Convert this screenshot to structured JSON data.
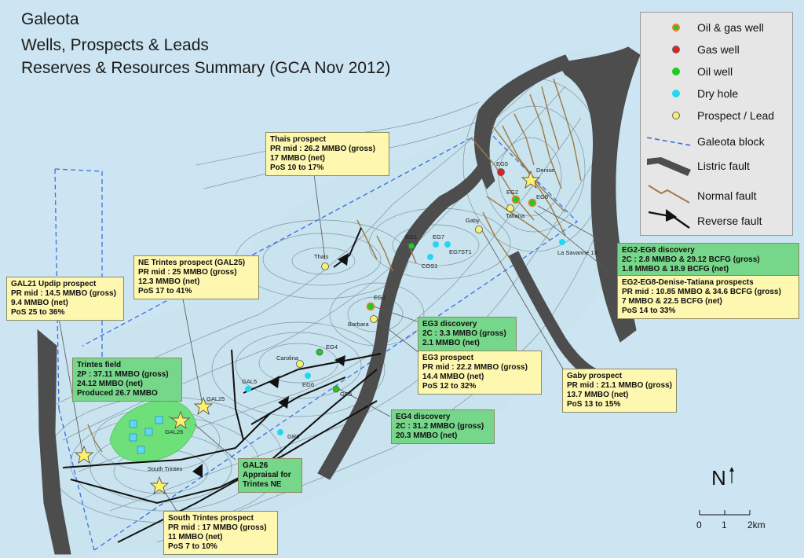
{
  "title": {
    "line1": "Galeota",
    "line2": "Wells, Prospects & Leads",
    "line3": "Reserves & Resources Summary (GCA Nov 2012)"
  },
  "legend": {
    "items": [
      {
        "label": "Oil & gas well",
        "icon": "oil-gas-well-dot",
        "color": "#f07a30"
      },
      {
        "label": "Gas well",
        "icon": "gas-well-dot",
        "color": "#e02020"
      },
      {
        "label": "Oil well",
        "icon": "oil-well-dot",
        "color": "#1fcc1f"
      },
      {
        "label": "Dry hole",
        "icon": "dry-hole-dot",
        "color": "#22d8f0"
      },
      {
        "label": "Prospect / Lead",
        "icon": "prospect-dot",
        "color": "#f7f06a"
      },
      {
        "label": "Galeota block",
        "icon": "dashed-line"
      },
      {
        "label": "Listric fault",
        "icon": "listric-fault"
      },
      {
        "label": "Normal fault",
        "icon": "normal-fault"
      },
      {
        "label": "Reverse fault",
        "icon": "reverse-fault"
      }
    ]
  },
  "north": {
    "label": "N"
  },
  "scale": {
    "ticks": [
      "0",
      "1",
      "2km"
    ]
  },
  "colors": {
    "water": "#cde5f2",
    "prospect_box": "#fdf7b0",
    "discovery_box": "#76d68a",
    "field": "#6ee07a",
    "block": "#3a6fe0",
    "fault": "#4d4d4d",
    "normal_fault": "#9c7b45"
  },
  "boxes": {
    "thais": {
      "l1": "Thais prospect",
      "l2": "PR mid : 26.2 MMBO (gross)",
      "l3": "17     MMBO (net)",
      "l4": "PoS 10 to 17%"
    },
    "ne_trintes": {
      "l1": "NE Trintes prospect (GAL25)",
      "l2": "PR mid : 25 MMBO (gross)",
      "l3": "12.3 MMBO (net)",
      "l4": "PoS 17 to 41%"
    },
    "gal21": {
      "l1": "GAL21 Updip prospect",
      "l2": "PR mid : 14.5 MMBO (gross)",
      "l3": "9.4  MMBO (net)",
      "l4": "PoS 25 to 36%"
    },
    "trintes": {
      "l1": "Trintes field",
      "l2": "2P : 37.11 MMBO (gross)",
      "l3": "24.12 MMBO (net)",
      "l4": "Produced 26.7 MMBO"
    },
    "gal26": {
      "l1": "GAL26",
      "l2": "Appraisal for",
      "l3": "Trintes NE"
    },
    "south_trintes": {
      "l1": "South Trintes prospect",
      "l2": "PR mid : 17 MMBO (gross)",
      "l3": "11  MMBO (net)",
      "l4": "PoS 7 to 10%"
    },
    "eg3_disc": {
      "l1": "EG3 discovery",
      "l2": "2C : 3.3 MMBO (gross)",
      "l3": "2.1 MMBO (net)"
    },
    "eg3_prosp": {
      "l1": "EG3 prospect",
      "l2": "PR mid : 22.2 MMBO (gross)",
      "l3": "14.4 MMBO (net)",
      "l4": "PoS 12 to 32%"
    },
    "eg4_disc": {
      "l1": "EG4 discovery",
      "l2": "2C : 31.2 MMBO (gross)",
      "l3": "20.3 MMBO (net)"
    },
    "gaby": {
      "l1": "Gaby prospect",
      "l2": "PR mid : 21.1 MMBO (gross)",
      "l3": "13.7 MMBO (net)",
      "l4": "PoS 13 to 15%"
    },
    "eg2eg8_disc": {
      "l1": "EG2-EG8 discovery",
      "l2": "2C : 2.8 MMBO  & 29.12 BCFG (gross)",
      "l3": "1.8 MMBO  & 18.9 BCFG  (net)"
    },
    "eg2eg8_prosp": {
      "l1": "EG2-EG8-Denise-Tatiana prospects",
      "l2": "PR mid : 10.85 MMBO & 34.6 BCFG (gross)",
      "l3": "7 MMBO & 22.5 BCFG (net)",
      "l4": "PoS 14 to 33%"
    }
  },
  "well_labels": {
    "thais": "Thais",
    "eg1": "EG1",
    "eg7": "EG7",
    "eg7st1": "EG7ST1",
    "cos1": "COS1",
    "gaby": "Gaby",
    "eg3": "EG3",
    "barbara": "Barbara",
    "eg4": "EG4",
    "carolina": "Carolina",
    "gal5": "GAL5",
    "eg6": "EG6",
    "gr5": "GR5",
    "gr6": "GR6",
    "gal25": "GAL25",
    "gal26": "GAL26",
    "south_trintes": "South Trintes",
    "eg5": "EG5",
    "denise": "Denise",
    "eg2": "EG2",
    "eg8": "EG8",
    "tatiana": "Tatiana",
    "la_savanne": "La Savanne 1X"
  }
}
